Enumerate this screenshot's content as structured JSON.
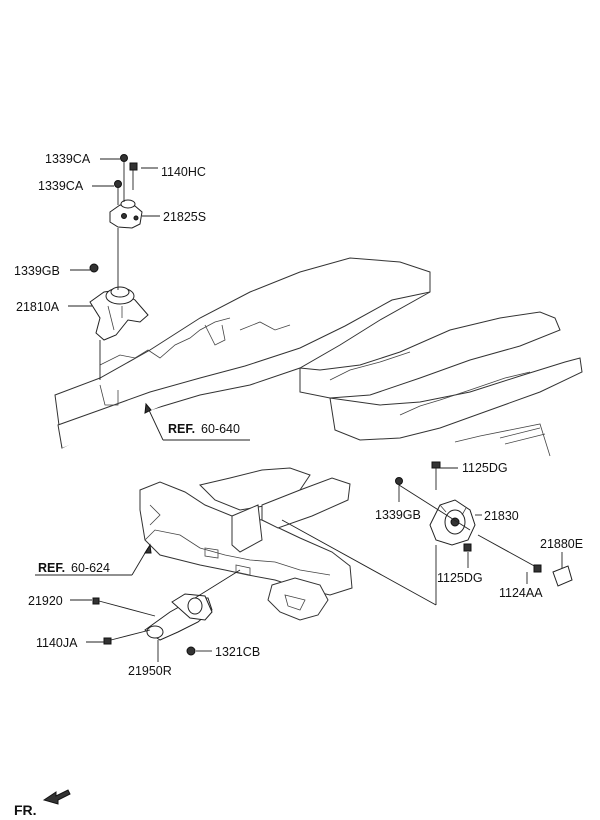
{
  "parts": {
    "p1339CA_top": "1339CA",
    "p1140HC": "1140HC",
    "p1339CA_mid": "1339CA",
    "p21825S": "21825S",
    "p1339GB_left": "1339GB",
    "p21810A": "21810A",
    "p1125DG_top": "1125DG",
    "p1339GB_right": "1339GB",
    "p21830": "21830",
    "p21880E": "21880E",
    "p1125DG_bottom": "1125DG",
    "p1124AA": "1124AA",
    "p21920": "21920",
    "p1140JA": "1140JA",
    "p1321CB": "1321CB",
    "p21950R": "21950R"
  },
  "refs": {
    "ref1_prefix": "REF.",
    "ref1_num": "60-640",
    "ref2_prefix": "REF.",
    "ref2_num": "60-624"
  },
  "direction": {
    "label": "FR.",
    "icon": "arrow-icon"
  }
}
